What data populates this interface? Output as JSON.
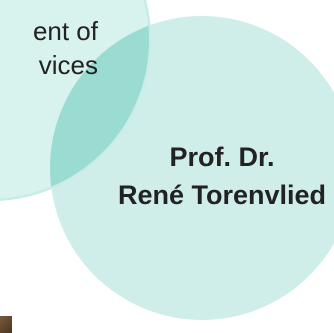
{
  "department": {
    "line1": "ent of",
    "line2": "vices"
  },
  "person": {
    "line1": "Prof. Dr.",
    "line2": "René Torenvlied"
  },
  "colors": {
    "circle_fill": "#cfeee9",
    "circle_stroke": "#7fcfc5",
    "overlap_fill": "#9adcd1",
    "text": "#222222"
  }
}
